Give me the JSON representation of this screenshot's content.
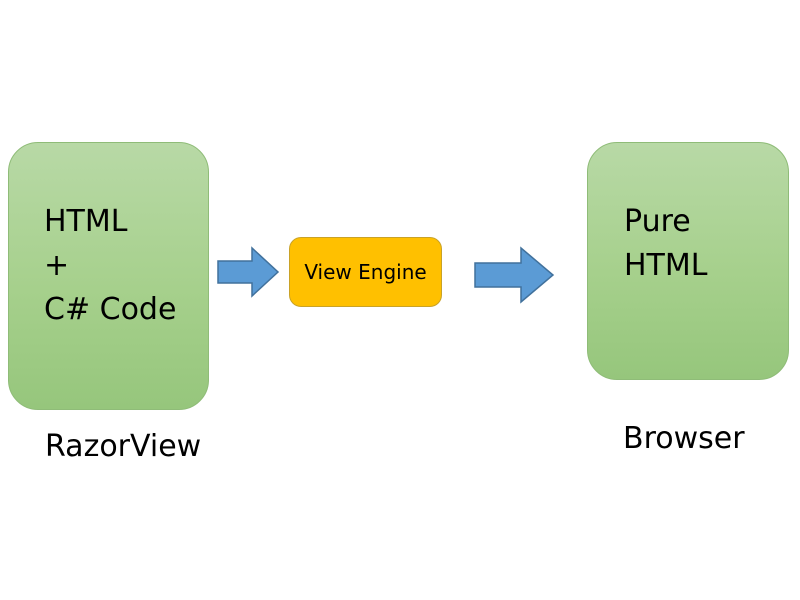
{
  "source": {
    "lines": [
      "HTML",
      "+",
      "C# Code"
    ],
    "caption": "RazorView"
  },
  "engine": {
    "label": "View Engine"
  },
  "output": {
    "lines": [
      "Pure",
      "HTML"
    ],
    "caption": "Browser"
  },
  "colors": {
    "box_green": "#a6d08c",
    "engine_fill": "#ffc000",
    "arrow_blue": "#5b9bd5"
  },
  "icons": {
    "arrow": "right-arrow-icon"
  }
}
